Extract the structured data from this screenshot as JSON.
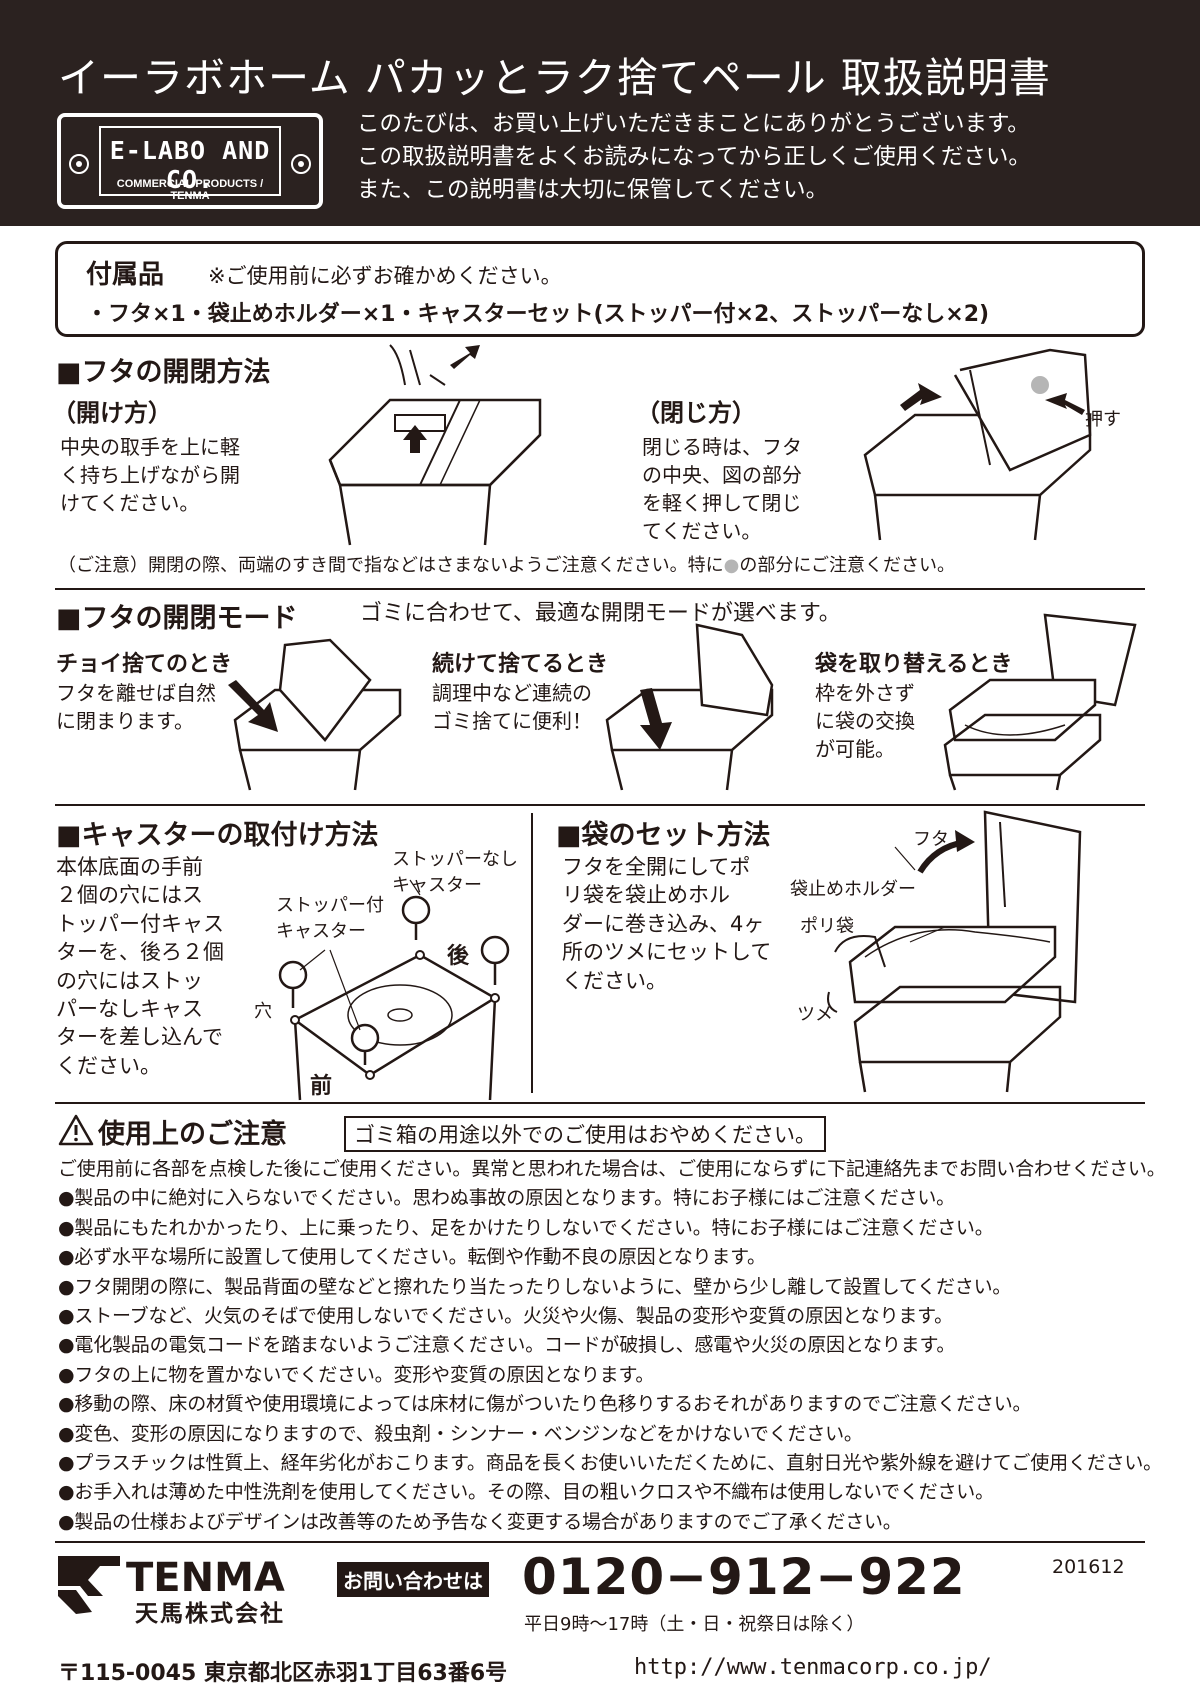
{
  "header": {
    "title": "イーラボホーム パカッとラク捨てペール 取扱説明書",
    "logo_main": "E-LABO AND CO.",
    "logo_sub": "COMMERCIAL PRODUCTS / TENMA",
    "intro_lines": [
      "このたびは、お買い上げいただきまことにありがとうございます。",
      "この取扱説明書をよくお読みになってから正しくご使用ください。",
      "また、この説明書は大切に保管してください。"
    ]
  },
  "accessories": {
    "heading": "付属品",
    "note": "※ご使用前に必ずお確かめください。",
    "items": "・フタ×1・袋止めホルダー×1・キャスターセット(ストッパー付×2、ストッパーなし×2)"
  },
  "lid_open_close": {
    "heading": "■フタの開閉方法",
    "open_heading": "（開け方）",
    "open_text": [
      "中央の取手を上に軽",
      "く持ち上げながら開",
      "けてください。"
    ],
    "close_heading": "（閉じ方）",
    "close_text": [
      "閉じる時は、フタ",
      "の中央、図の部分",
      "を軽く押して閉じ",
      "てください。"
    ],
    "push_label": "押す",
    "warning": "（ご注意）開閉の際、両端のすき間で指などはさまないようご注意ください。特に",
    "warning_tail": "の部分にご注意ください。"
  },
  "lid_modes": {
    "heading": "■フタの開閉モード",
    "subtitle": "ゴミに合わせて、最適な開閉モードが選べます。",
    "modes": [
      {
        "title": "チョイ捨てのとき",
        "text": [
          "フタを離せば自然",
          "に閉まります。"
        ]
      },
      {
        "title": "続けて捨てるとき",
        "text": [
          "調理中など連続の",
          "ゴミ捨てに便利！"
        ]
      },
      {
        "title": "袋を取り替えるとき",
        "text": [
          "枠を外さず",
          "に袋の交換",
          "が可能。"
        ]
      }
    ]
  },
  "caster": {
    "heading": "■キャスターの取付け方法",
    "text": [
      "本体底面の手前",
      "２個の穴にはス",
      "トッパー付キャス",
      "ターを、後ろ２個",
      "の穴にはストッ",
      "パーなしキャス",
      "ターを差し込んで",
      "ください。"
    ],
    "label_nostop_1": "ストッパーなし",
    "label_nostop_2": "キャスター",
    "label_stop_1": "ストッパー付",
    "label_stop_2": "キャスター",
    "label_back": "後",
    "label_front": "前",
    "label_hole": "穴"
  },
  "bag": {
    "heading": "■袋のセット方法",
    "text": [
      "フタを全開にしてポ",
      "リ袋を袋止めホル",
      "ダーに巻き込み、4ヶ",
      "所のツメにセットして",
      "ください。"
    ],
    "label_lid": "フタ",
    "label_holder": "袋止めホルダー",
    "label_bag": "ポリ袋",
    "label_tab": "ツメ"
  },
  "usage": {
    "heading": "使用上のご注意",
    "boxed_note": "ゴミ箱の用途以外でのご使用はおやめください。",
    "intro": "ご使用前に各部を点検した後にご使用ください。異常と思われた場合は、ご使用にならずに下記連絡先までお問い合わせください。",
    "items": [
      "製品の中に絶対に入らないでください。思わぬ事故の原因となります。特にお子様にはご注意ください。",
      "製品にもたれかかったり、上に乗ったり、足をかけたりしないでください。特にお子様にはご注意ください。",
      "必ず水平な場所に設置して使用してください。転倒や作動不良の原因となります。",
      "フタ開閉の際に、製品背面の壁などと擦れたり当たったりしないように、壁から少し離して設置してください。",
      "ストーブなど、火気のそばで使用しないでください。火災や火傷、製品の変形や変質の原因となります。",
      "電化製品の電気コードを踏まないようご注意ください。コードが破損し、感電や火災の原因となります。",
      "フタの上に物を置かないでください。変形や変質の原因となります。",
      "移動の際、床の材質や使用環境によっては床材に傷がついたり色移りするおそれがありますのでご注意ください。",
      "変色、変形の原因になりますので、殺虫剤・シンナー・ベンジンなどをかけないでください。",
      "プラスチックは性質上、経年劣化がおこります。商品を長くお使いいただくために、直射日光や紫外線を避けてご使用ください。",
      "お手入れは薄めた中性洗剤を使用してください。その際、目の粗いクロスや不織布は使用しないでください。",
      "製品の仕様およびデザインは改善等のため予告なく変更する場合がありますのでご了承ください。"
    ]
  },
  "footer": {
    "brand": "TENMA",
    "company": "天馬株式会社",
    "contact_label": "お問い合わせは",
    "phone": "0120−912−922",
    "hours": "平日9時〜17時（土・日・祝祭日は除く）",
    "code": "201612",
    "address": "〒115-0045 東京都北区赤羽1丁目63番6号",
    "url": "http://www.tenmacorp.co.jp/"
  },
  "colors": {
    "dark": "#2b2220",
    "text": "#231815",
    "caution_dot": "#b5b5b5"
  }
}
